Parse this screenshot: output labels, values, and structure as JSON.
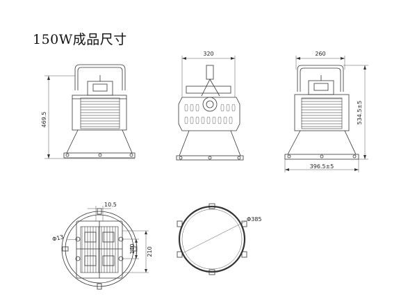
{
  "title": "150W成品尺寸",
  "dimensions": {
    "side_height": "469.5",
    "front_width": "320",
    "right_width": "260",
    "total_height": "534.5±5",
    "base_width": "396.5±5",
    "hole_offset": "10.5",
    "hole_dia": "Φ13",
    "mount_140": "140",
    "mount_210": "210",
    "ring_dia": "Φ385"
  }
}
